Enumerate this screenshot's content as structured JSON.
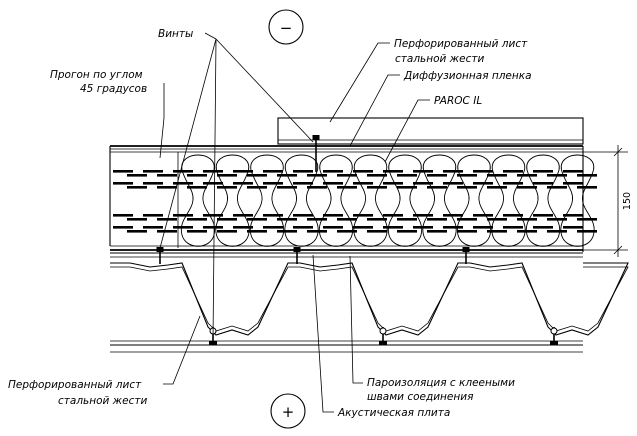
{
  "labels": {
    "screws": "Винты",
    "purlin_line1": "Прогон по углом",
    "purlin_line2": "45 градусов",
    "perforated_top_line1": "Перфорированный лист",
    "perforated_top_line2": "стальной жести",
    "diffusion_film": "Диффузионная пленка",
    "paroc": "PAROC IL",
    "perforated_bottom_line1": "Перфорированный лист",
    "perforated_bottom_line2": "стальной жести",
    "vapor_barrier_line1": "Пароизоляция с клееными",
    "vapor_barrier_line2": "швами соединения",
    "acoustic_board": "Акустическая плита"
  },
  "symbols": {
    "minus": "−",
    "plus": "+"
  },
  "dimension": "150"
}
